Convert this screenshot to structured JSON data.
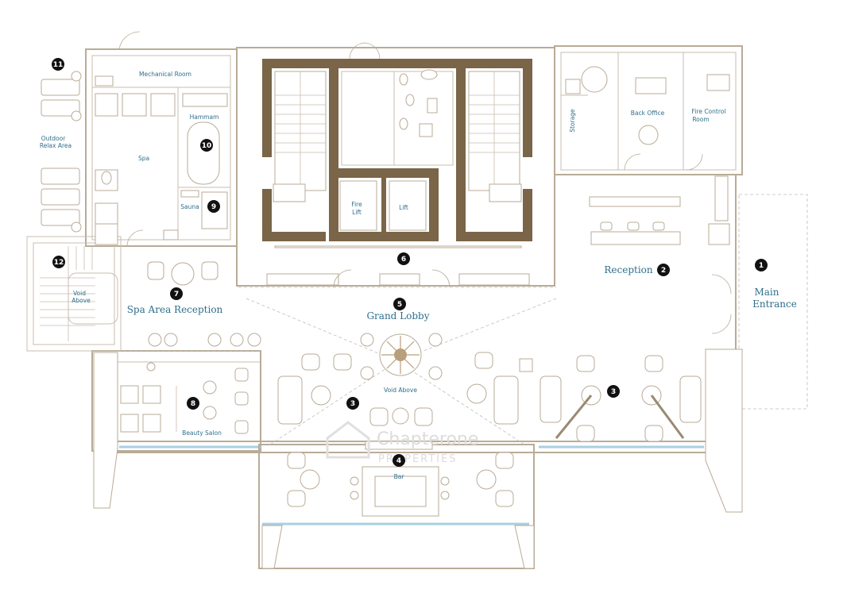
{
  "rooms": {
    "mechanical_room": "Mechanical Room",
    "hammam": "Hammam",
    "spa": "Spa",
    "sauna": "Sauna",
    "outdoor_relax_line1": "Outdoor",
    "outdoor_relax_line2": "Relax Area",
    "void_above_left_line1": "Void",
    "void_above_left_line2": "Above",
    "storage": "Storage",
    "back_office": "Back Office",
    "fire_control_line1": "Fire Control",
    "fire_control_line2": "Room",
    "fire_lift_line1": "Fire",
    "fire_lift_line2": "Lift",
    "lift": "Lift",
    "reception": "Reception",
    "main_entrance_line1": "Main",
    "main_entrance_line2": "Entrance",
    "spa_area_reception": "Spa Area Reception",
    "grand_lobby": "Grand Lobby",
    "void_above_center": "Void Above",
    "beauty_salon": "Beauty Salon",
    "bar": "Bar"
  },
  "markers": [
    "1",
    "2",
    "3",
    "3",
    "4",
    "5",
    "6",
    "7",
    "8",
    "9",
    "10",
    "11",
    "12"
  ],
  "watermark": {
    "line1": "Chapterone",
    "line2": "PROPERTIES"
  },
  "colors": {
    "label": "#2f6f8a",
    "wall": "#b9ab97",
    "core": "#7a6548",
    "glazing": "#a9cfe0",
    "marker": "#111111"
  }
}
